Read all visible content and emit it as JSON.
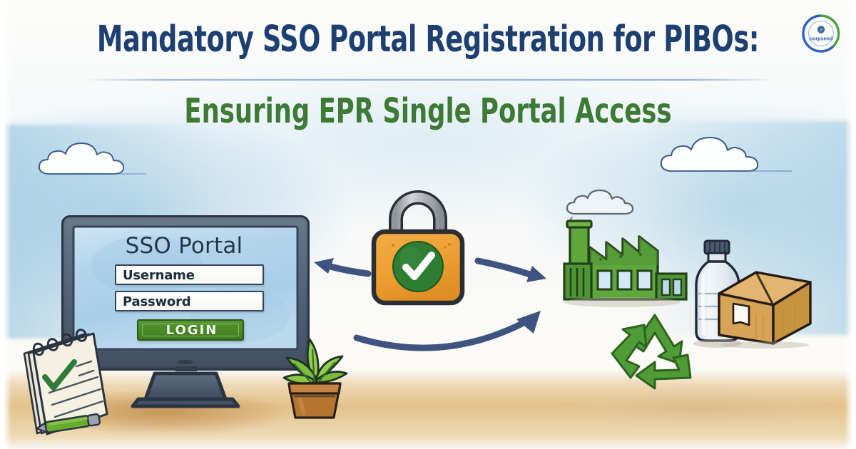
{
  "header": {
    "title": "Mandatory SSO Portal Registration for PIBOs:",
    "subtitle": "Ensuring EPR Single Portal Access",
    "title_color": "#1d3f72",
    "subtitle_color": "#3c7a36",
    "divider_color": "#7e9bc0"
  },
  "logo": {
    "brand": "corpseed",
    "ring_outer_color": "#2f5fc4",
    "ring_inner_color": "#4aa03f",
    "wordmark_color": "#3d5fb8"
  },
  "illustration": {
    "style": "hand-drawn watercolor sketch",
    "background": {
      "sky_color": "#abd0e6",
      "paper_color": "#fbfaf6",
      "ground_color": "#deb674"
    },
    "monitor": {
      "label": "desktop monitor",
      "bezel_color": "#38485c",
      "screen_color": "#b9d6ec",
      "stand_color": "#4d5d70",
      "screen": {
        "heading": "SSO Portal",
        "username_field": "Username",
        "password_field": "Password",
        "login_button": "LOGIN",
        "button_color": "#4a8a27",
        "field_border_color": "#34445a"
      }
    },
    "padlock": {
      "label": "secure padlock with green check",
      "body_color": "#eda033",
      "shackle_color": "#b9bdc0",
      "check_circle_color": "#2e7d32",
      "check_color": "#ffffff"
    },
    "arrows": {
      "color": "#3f5380",
      "items": [
        {
          "name": "arrow-left",
          "direction": "left",
          "from": "padlock",
          "to": "sso-portal-monitor"
        },
        {
          "name": "arrow-right",
          "direction": "right",
          "from": "padlock",
          "to": "factory"
        },
        {
          "name": "arrow-arc",
          "direction": "right-curved",
          "from": "sso-portal-monitor",
          "to": "recycling-symbol"
        }
      ]
    },
    "factory": {
      "label": "green factory with smokestack",
      "body_color": "#5fa73d",
      "roof_color": "#4e9633",
      "window_color": "#d4e9f5",
      "smoke_color": "#eef4f8"
    },
    "recycle_symbol": {
      "label": "recycling arrows triangle",
      "color": "#4f9c36"
    },
    "plastic_bottle": {
      "label": "plastic water bottle",
      "body_color": "#e8eff3",
      "cap_color": "#4a5a6e"
    },
    "cardboard_box": {
      "label": "cardboard shipping box",
      "body_color": "#d6a357",
      "top_color": "#e2b671",
      "label_color": "#fbfaf4"
    },
    "notepad": {
      "label": "spiral notepad with checkmark",
      "paper_color": "#f4f1e2",
      "check_color": "#2f7a3a",
      "spiral_color": "#2b3340"
    },
    "pen": {
      "label": "green pen",
      "body_color": "#68ab2f",
      "tip_color": "#8c93a2"
    },
    "potted_plant": {
      "label": "potted green plant",
      "pot_color": "#b5742f",
      "leaf_color": "#82c341"
    },
    "clouds": [
      {
        "name": "cloud-left",
        "fill": "#fdfefe",
        "stroke": "#3a5a86"
      },
      {
        "name": "cloud-right",
        "fill": "#fdfefe",
        "stroke": "#3a5a86"
      }
    ]
  }
}
